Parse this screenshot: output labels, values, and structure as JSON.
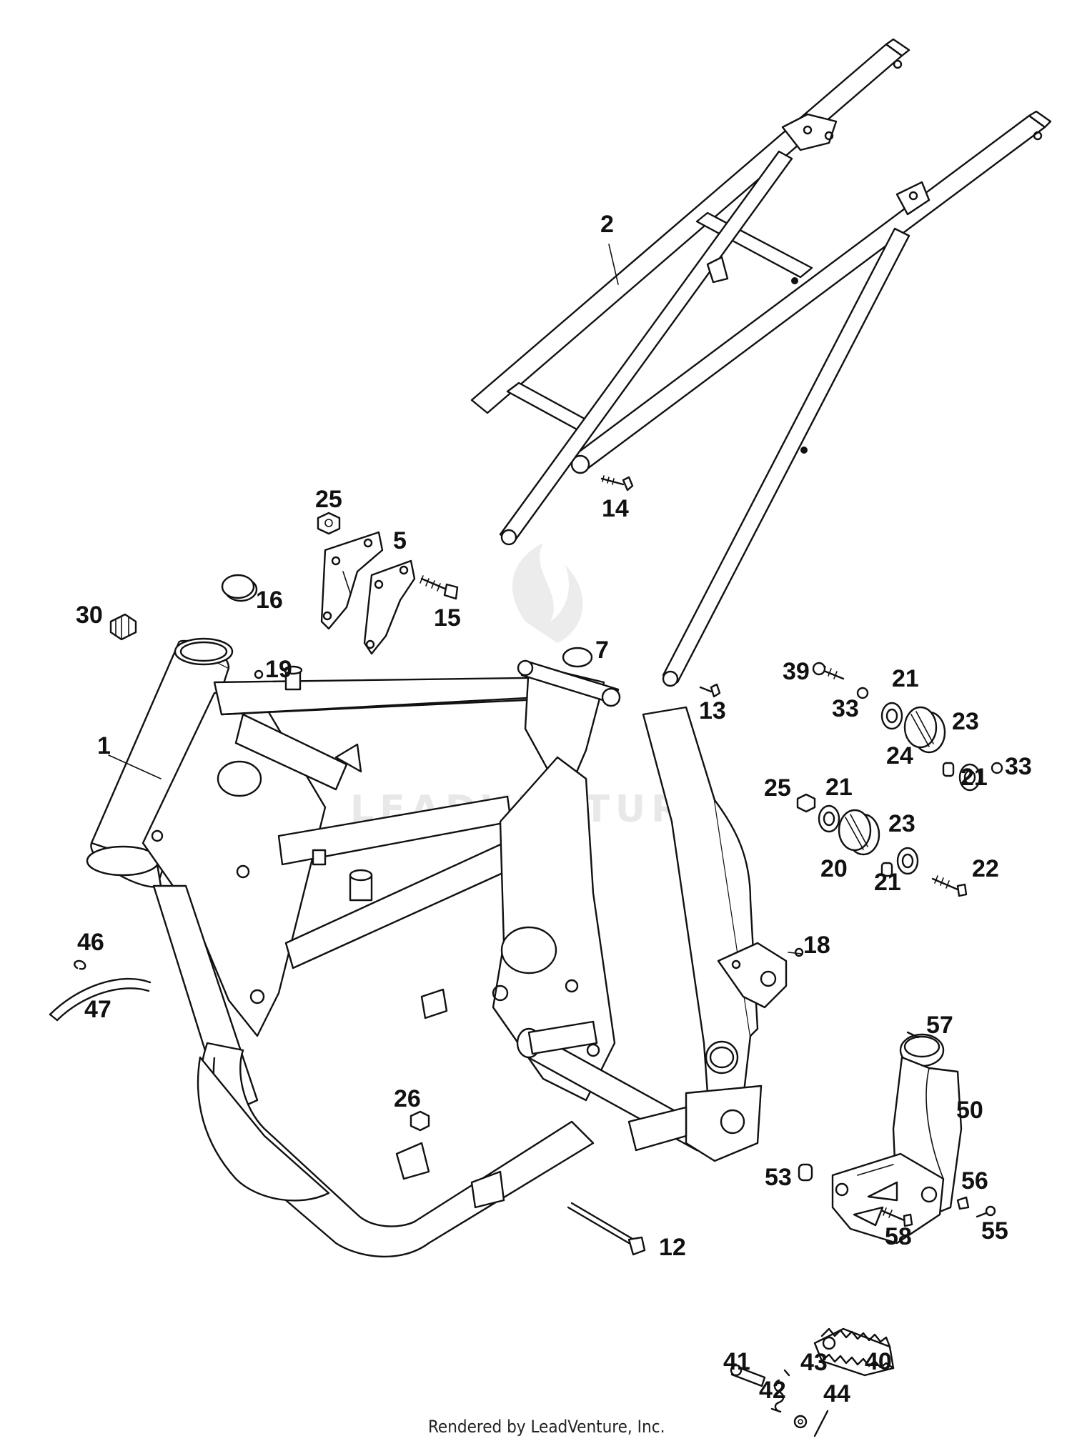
{
  "watermark": "LEADVENTURE",
  "footer": "Rendered by LeadVenture, Inc.",
  "callouts": {
    "c1": "1",
    "c2": "2",
    "c5": "5",
    "c7": "7",
    "c12": "12",
    "c13": "13",
    "c14": "14",
    "c15": "15",
    "c16": "16",
    "c18": "18",
    "c19": "19",
    "c20": "20",
    "c21a": "21",
    "c21b": "21",
    "c21c": "21",
    "c21d": "21",
    "c22": "22",
    "c23a": "23",
    "c23b": "23",
    "c24": "24",
    "c25a": "25",
    "c25b": "25",
    "c26": "26",
    "c30": "30",
    "c33a": "33",
    "c33b": "33",
    "c39": "39",
    "c40": "40",
    "c41": "41",
    "c42": "42",
    "c43": "43",
    "c44": "44",
    "c46": "46",
    "c47": "47",
    "c50": "50",
    "c53": "53",
    "c55": "55",
    "c56": "56",
    "c57": "57",
    "c58": "58"
  }
}
